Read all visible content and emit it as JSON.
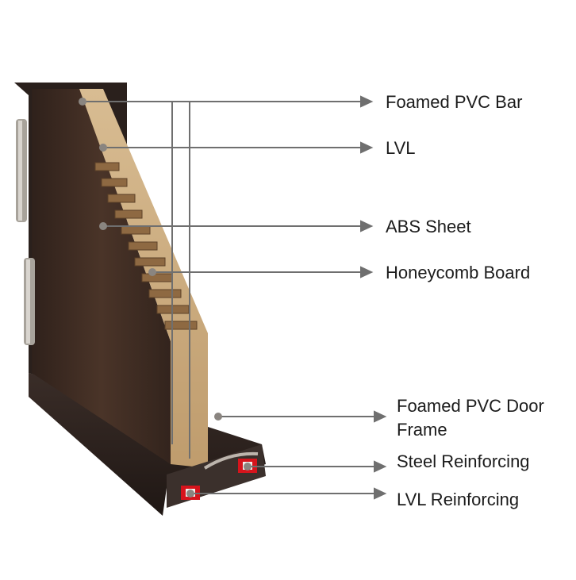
{
  "labels": {
    "foamed_pvc_bar": "Foamed PVC Bar",
    "lvl": "LVL",
    "abs_sheet": "ABS Sheet",
    "honeycomb_board": "Honeycomb Board",
    "door_frame_line1": "Foamed PVC Door",
    "door_frame_line2": "Frame",
    "steel_reinforcing": "Steel Reinforcing",
    "lvl_reinforcing": "LVL Reinforcing"
  },
  "colors": {
    "leader": "#6f6f6f",
    "text": "#1c1c1c",
    "frame_dark": "#2e2320",
    "door_face": "#3f2b22",
    "wood_core": "#c9a878",
    "honeycomb": "#a27c52",
    "steel_red": "#d6141c"
  }
}
